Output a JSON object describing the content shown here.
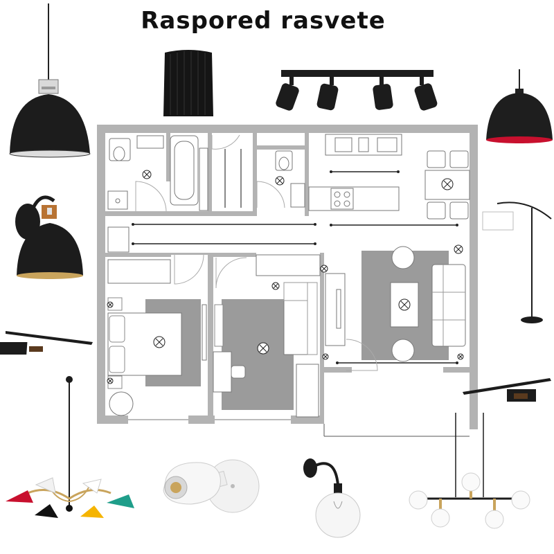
{
  "board": {
    "title": "Raspored rasvete"
  },
  "floor_plan": {
    "rooms": [
      "bathroom",
      "toilet",
      "hallway",
      "kitchen",
      "dining",
      "living-room",
      "bedroom",
      "study"
    ]
  },
  "products": [
    {
      "name": "black-dome-pendant-icon"
    },
    {
      "name": "black-drum-shade-icon"
    },
    {
      "name": "track-spotlight-bar-icon"
    },
    {
      "name": "black-red-dome-pendant-icon"
    },
    {
      "name": "industrial-wall-sconce-icon"
    },
    {
      "name": "arc-floor-lamp-icon"
    },
    {
      "name": "picture-light-left-icon"
    },
    {
      "name": "picture-light-right-icon"
    },
    {
      "name": "multicolor-chandelier-icon"
    },
    {
      "name": "white-wall-spotlight-icon"
    },
    {
      "name": "globe-wall-sconce-icon"
    },
    {
      "name": "globe-linear-chandelier-icon"
    }
  ],
  "colors": {
    "wall": "#b3b3b3",
    "rug": "#9b9b9b",
    "fixture_black": "#1c1c1c",
    "accent_red": "#c8102e",
    "copper": "#b87333",
    "brass": "#c9a45c"
  }
}
